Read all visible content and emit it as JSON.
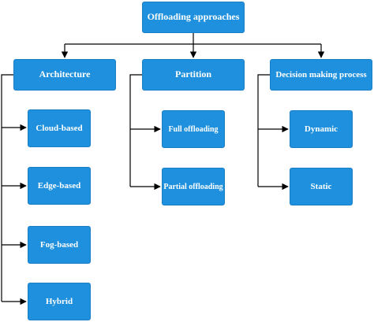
{
  "diagram": {
    "root": {
      "label": "Offloading approaches"
    },
    "categories": [
      {
        "label": "Architecture",
        "children": [
          "Cloud-based",
          "Edge-based",
          "Fog-based",
          "Hybrid"
        ]
      },
      {
        "label": "Partition",
        "children": [
          "Full offloading",
          "Partial offloading"
        ]
      },
      {
        "label": "Decision making process",
        "children": [
          "Dynamic",
          "Static"
        ]
      }
    ]
  },
  "colors": {
    "node_fill": "#1e90dd",
    "node_border": "#1b7fc4",
    "node_text": "#ffffff",
    "connector": "#000000"
  }
}
